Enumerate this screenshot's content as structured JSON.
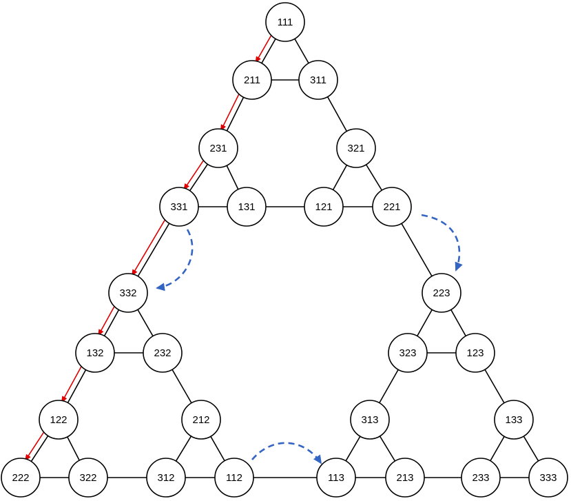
{
  "colors": {
    "edge": "#000000",
    "node_fill": "#ffffff",
    "red_arrow": "#e00000",
    "blue_arrow": "#3565c3"
  },
  "nodes": [
    {
      "id": "111",
      "label": "111"
    },
    {
      "id": "211",
      "label": "211"
    },
    {
      "id": "311",
      "label": "311"
    },
    {
      "id": "231",
      "label": "231"
    },
    {
      "id": "321",
      "label": "321"
    },
    {
      "id": "331",
      "label": "331"
    },
    {
      "id": "131",
      "label": "131"
    },
    {
      "id": "121",
      "label": "121"
    },
    {
      "id": "221",
      "label": "221"
    },
    {
      "id": "332",
      "label": "332"
    },
    {
      "id": "223",
      "label": "223"
    },
    {
      "id": "132",
      "label": "132"
    },
    {
      "id": "232",
      "label": "232"
    },
    {
      "id": "323",
      "label": "323"
    },
    {
      "id": "123",
      "label": "123"
    },
    {
      "id": "122",
      "label": "122"
    },
    {
      "id": "212",
      "label": "212"
    },
    {
      "id": "313",
      "label": "313"
    },
    {
      "id": "133",
      "label": "133"
    },
    {
      "id": "222",
      "label": "222"
    },
    {
      "id": "322",
      "label": "322"
    },
    {
      "id": "312",
      "label": "312"
    },
    {
      "id": "112",
      "label": "112"
    },
    {
      "id": "113",
      "label": "113"
    },
    {
      "id": "213",
      "label": "213"
    },
    {
      "id": "233",
      "label": "233"
    },
    {
      "id": "333",
      "label": "333"
    }
  ],
  "edges": [
    [
      "111",
      "211"
    ],
    [
      "111",
      "311"
    ],
    [
      "211",
      "311"
    ],
    [
      "211",
      "231"
    ],
    [
      "311",
      "321"
    ],
    [
      "231",
      "331"
    ],
    [
      "231",
      "131"
    ],
    [
      "331",
      "131"
    ],
    [
      "321",
      "121"
    ],
    [
      "321",
      "221"
    ],
    [
      "121",
      "221"
    ],
    [
      "131",
      "121"
    ],
    [
      "331",
      "332"
    ],
    [
      "221",
      "223"
    ],
    [
      "332",
      "132"
    ],
    [
      "332",
      "232"
    ],
    [
      "132",
      "232"
    ],
    [
      "223",
      "323"
    ],
    [
      "223",
      "123"
    ],
    [
      "323",
      "123"
    ],
    [
      "132",
      "122"
    ],
    [
      "232",
      "212"
    ],
    [
      "323",
      "313"
    ],
    [
      "123",
      "133"
    ],
    [
      "122",
      "222"
    ],
    [
      "122",
      "322"
    ],
    [
      "222",
      "322"
    ],
    [
      "212",
      "312"
    ],
    [
      "212",
      "112"
    ],
    [
      "312",
      "112"
    ],
    [
      "313",
      "113"
    ],
    [
      "313",
      "213"
    ],
    [
      "113",
      "213"
    ],
    [
      "133",
      "233"
    ],
    [
      "133",
      "333"
    ],
    [
      "233",
      "333"
    ],
    [
      "322",
      "312"
    ],
    [
      "112",
      "113"
    ],
    [
      "213",
      "233"
    ]
  ],
  "red_path": [
    [
      "111",
      "211"
    ],
    [
      "211",
      "231"
    ],
    [
      "231",
      "331"
    ],
    [
      "331",
      "332"
    ],
    [
      "332",
      "132"
    ],
    [
      "132",
      "122"
    ],
    [
      "122",
      "222"
    ]
  ],
  "blue_arrows": [
    {
      "from": "331",
      "to": "332"
    },
    {
      "from": "221",
      "to": "223"
    },
    {
      "from": "112",
      "to": "113"
    }
  ]
}
